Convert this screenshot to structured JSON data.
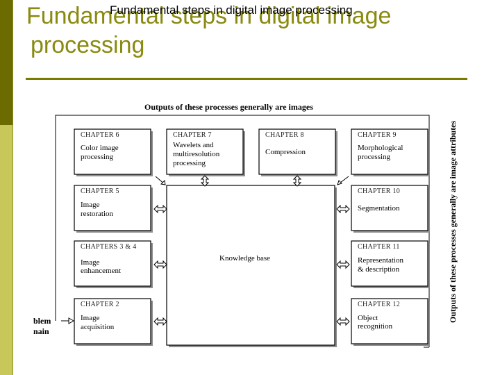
{
  "slide": {
    "title_line1": "Fundamental steps in digital image",
    "title_line2": "processing",
    "overlay_title": "Fundamental steps in digital image processing"
  },
  "diagram": {
    "top_label": "Outputs of these processes generally are images",
    "side_label": "Outputs of these processes generally are image attributes",
    "knowledge_base": "Knowledge base",
    "problem_domain": [
      "blem",
      "nain"
    ],
    "left_boxes": [
      {
        "chapter": "CHAPTER 6",
        "lines": [
          "Color image",
          "processing"
        ]
      },
      {
        "chapter": "CHAPTER 5",
        "lines": [
          "Image",
          "restoration"
        ]
      },
      {
        "chapter": "CHAPTERS 3 & 4",
        "lines": [
          "Image",
          "enhancement"
        ]
      },
      {
        "chapter": "CHAPTER 2",
        "lines": [
          "Image",
          "acquisition"
        ]
      }
    ],
    "top_boxes": [
      {
        "chapter": "CHAPTER 7",
        "lines": [
          "Wavelets and",
          "multiresolution",
          "processing"
        ]
      },
      {
        "chapter": "CHAPTER 8",
        "lines": [
          "Compression"
        ]
      }
    ],
    "right_boxes": [
      {
        "chapter": "CHAPTER 9",
        "lines": [
          "Morphological",
          "processing"
        ]
      },
      {
        "chapter": "CHAPTER 10",
        "lines": [
          "Segmentation"
        ]
      },
      {
        "chapter": "CHAPTER 11",
        "lines": [
          "Representation",
          "& description"
        ]
      },
      {
        "chapter": "CHAPTER 12",
        "lines": [
          "Object",
          "recognition"
        ]
      }
    ]
  },
  "colors": {
    "sidebar_dark": "#6b6b00",
    "sidebar_light": "#c8c85a",
    "title_olive": "#8a8a10",
    "rule": "#7a7a00"
  }
}
